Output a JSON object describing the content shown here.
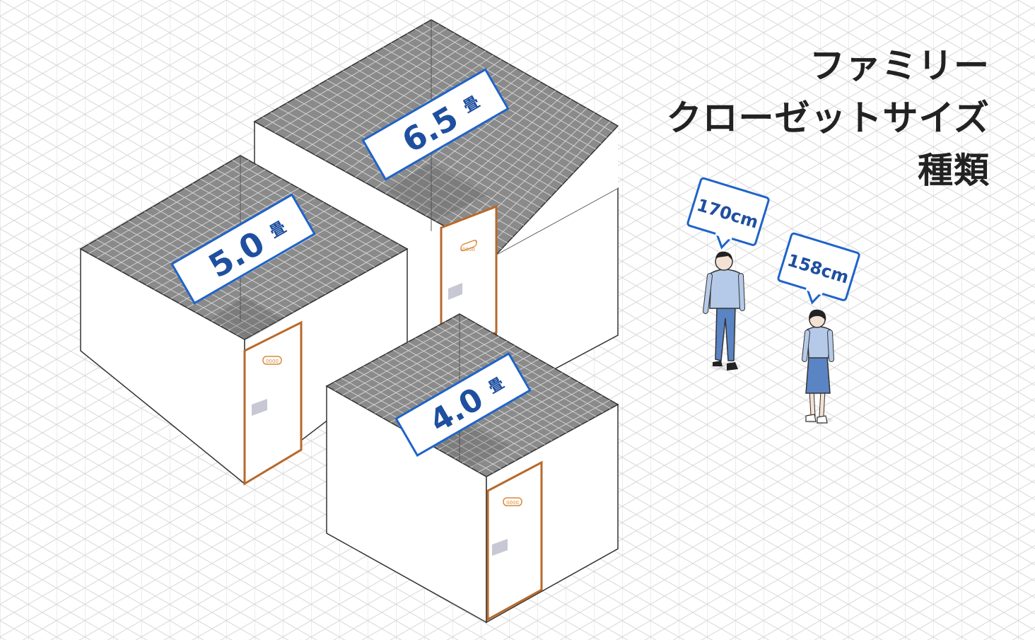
{
  "title": {
    "lines": [
      "ファミリー",
      "クローゼットサイズ",
      "種類"
    ]
  },
  "rooms": [
    {
      "size_number": "6.5",
      "size_unit": "畳",
      "door_plate": "0000"
    },
    {
      "size_number": "5.0",
      "size_unit": "畳",
      "door_plate": "0000"
    },
    {
      "size_number": "4.0",
      "size_unit": "畳",
      "door_plate": "0000"
    }
  ],
  "people": [
    {
      "height_label": "170cm"
    },
    {
      "height_label": "158cm"
    }
  ],
  "colors": {
    "accent": "#1f64c8",
    "label_text": "#1f4f9f",
    "door": "#b8692a",
    "wall_outline": "#333333",
    "roof": "#8a8a8a",
    "grid_line": "#d2d2d2",
    "title_text": "#222222"
  }
}
